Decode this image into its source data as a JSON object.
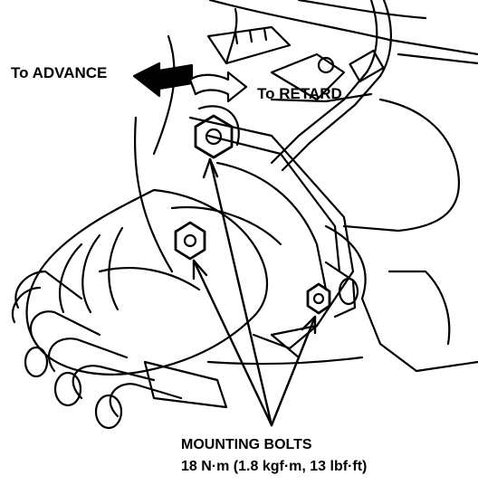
{
  "labels": {
    "advance": "To ADVANCE",
    "retard": "To RETARD",
    "bolts_title": "MOUNTING BOLTS",
    "bolts_torque": "18 N·m (1.8 kgf·m, 13 lbf·ft)"
  },
  "colors": {
    "ink": "#000000",
    "paper": "#ffffff"
  },
  "icons": {
    "advance_arrow": "solid-arrow-left",
    "retard_arrow": "outline-curved-arrow-right"
  }
}
